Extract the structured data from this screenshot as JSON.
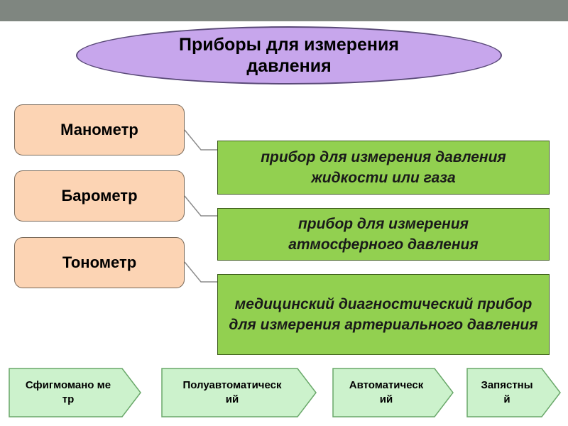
{
  "title": "Приборы для измерения давления",
  "devices": [
    {
      "name": "Манометр",
      "definition": "прибор для измерения давления жидкости или газа"
    },
    {
      "name": "Барометр",
      "definition": "прибор для измерения атмосферного давления"
    },
    {
      "name": "Тонометр",
      "definition": "медицинский диагностический прибор для измерения артериального давления"
    }
  ],
  "tonometer_types": [
    {
      "line1": "Сфигмомано ме",
      "line2": "тр"
    },
    {
      "line1": "Полуавтоматическ",
      "line2": "ий"
    },
    {
      "line1": "Автоматическ",
      "line2": "ий"
    },
    {
      "line1": "Запястны",
      "line2": "й"
    }
  ],
  "colors": {
    "title_fill": "#c7a6ec",
    "device_fill": "#fcd4b4",
    "definition_fill": "#92d050",
    "arrow_fill": "#ccf2cc"
  }
}
